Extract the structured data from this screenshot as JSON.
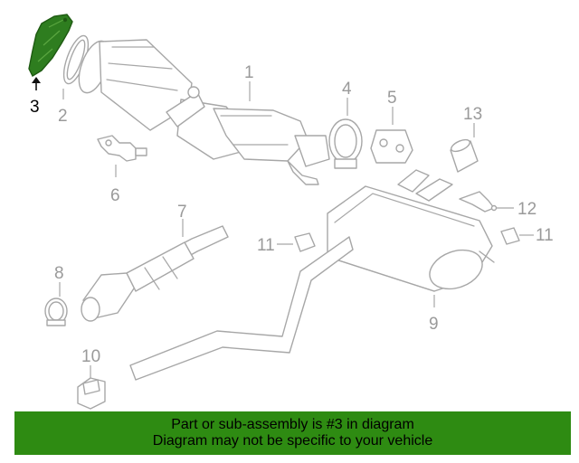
{
  "diagram": {
    "callouts": {
      "c1": "1",
      "c2": "2",
      "c3": "3",
      "c4": "4",
      "c5": "5",
      "c6": "6",
      "c7": "7",
      "c8": "8",
      "c9": "9",
      "c10": "10",
      "c11a": "11",
      "c11b": "11",
      "c12": "12",
      "c13": "13"
    },
    "highlighted_part": "3",
    "highlight_color": "#2e7d1f",
    "line_color": "#a7a7a7"
  },
  "banner": {
    "line1": "Part or sub-assembly is #3 in diagram",
    "line2": "Diagram may not be specific to your vehicle",
    "color": "#2e8b12"
  }
}
